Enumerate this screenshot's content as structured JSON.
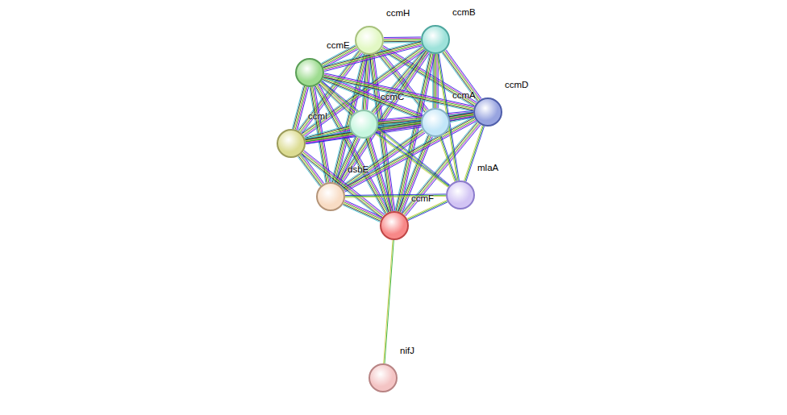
{
  "diagram": {
    "nodes": [
      {
        "text": [
          "ccmH"
        ]
      },
      {
        "text": [
          "ccmB"
        ]
      },
      {
        "text": [
          "ccmE"
        ]
      },
      {
        "text": [
          "ccmC"
        ]
      },
      {
        "text": [
          "ccmA"
        ]
      },
      {
        "text": [
          "ccmD"
        ]
      },
      {
        "text": [
          "ccmI"
        ]
      },
      {
        "text": [
          "dsbE"
        ]
      },
      {
        "text": [
          "mlaA"
        ]
      },
      {
        "text": [
          "ccmF"
        ]
      },
      {
        "text": [
          "nifJ"
        ]
      }
    ],
    "edges": [
      {
        "from": 0,
        "to": 1,
        "arrow": "none"
      },
      {
        "from": 0,
        "to": 2,
        "arrow": "none"
      },
      {
        "from": 0,
        "to": 3,
        "arrow": "none"
      },
      {
        "from": 0,
        "to": 4,
        "arrow": "none"
      },
      {
        "from": 0,
        "to": 5,
        "arrow": "none"
      },
      {
        "from": 0,
        "to": 6,
        "arrow": "none"
      },
      {
        "from": 0,
        "to": 7,
        "arrow": "none"
      },
      {
        "from": 0,
        "to": 9,
        "arrow": "none"
      },
      {
        "from": 1,
        "to": 2,
        "arrow": "none"
      },
      {
        "from": 1,
        "to": 3,
        "arrow": "none"
      },
      {
        "from": 1,
        "to": 4,
        "arrow": "none"
      },
      {
        "from": 1,
        "to": 5,
        "arrow": "none"
      },
      {
        "from": 1,
        "to": 6,
        "arrow": "none"
      },
      {
        "from": 1,
        "to": 7,
        "arrow": "none"
      },
      {
        "from": 1,
        "to": 9,
        "arrow": "none"
      },
      {
        "from": 2,
        "to": 3,
        "arrow": "none"
      },
      {
        "from": 2,
        "to": 4,
        "arrow": "none"
      },
      {
        "from": 2,
        "to": 5,
        "arrow": "none"
      },
      {
        "from": 2,
        "to": 6,
        "arrow": "none"
      },
      {
        "from": 2,
        "to": 7,
        "arrow": "none"
      },
      {
        "from": 2,
        "to": 9,
        "arrow": "none"
      },
      {
        "from": 3,
        "to": 4,
        "arrow": "none"
      },
      {
        "from": 3,
        "to": 5,
        "arrow": "none"
      },
      {
        "from": 3,
        "to": 6,
        "arrow": "none"
      },
      {
        "from": 3,
        "to": 7,
        "arrow": "none"
      },
      {
        "from": 3,
        "to": 9,
        "arrow": "none"
      },
      {
        "from": 4,
        "to": 5,
        "arrow": "none"
      },
      {
        "from": 4,
        "to": 6,
        "arrow": "none"
      },
      {
        "from": 4,
        "to": 7,
        "arrow": "none"
      },
      {
        "from": 4,
        "to": 9,
        "arrow": "none"
      },
      {
        "from": 5,
        "to": 6,
        "arrow": "none"
      },
      {
        "from": 5,
        "to": 7,
        "arrow": "none"
      },
      {
        "from": 5,
        "to": 9,
        "arrow": "none"
      },
      {
        "from": 6,
        "to": 7,
        "arrow": "none"
      },
      {
        "from": 6,
        "to": 9,
        "arrow": "none"
      },
      {
        "from": 7,
        "to": 9,
        "arrow": "none"
      },
      {
        "from": 1,
        "to": 8,
        "arrow": "none"
      },
      {
        "from": 2,
        "to": 8,
        "arrow": "none"
      },
      {
        "from": 3,
        "to": 8,
        "arrow": "none"
      },
      {
        "from": 4,
        "to": 8,
        "arrow": "none"
      },
      {
        "from": 5,
        "to": 8,
        "arrow": "none"
      },
      {
        "from": 7,
        "to": 8,
        "arrow": "none"
      },
      {
        "from": 8,
        "to": 9,
        "arrow": "none"
      },
      {
        "from": 9,
        "to": 10,
        "arrow": "none"
      }
    ]
  }
}
